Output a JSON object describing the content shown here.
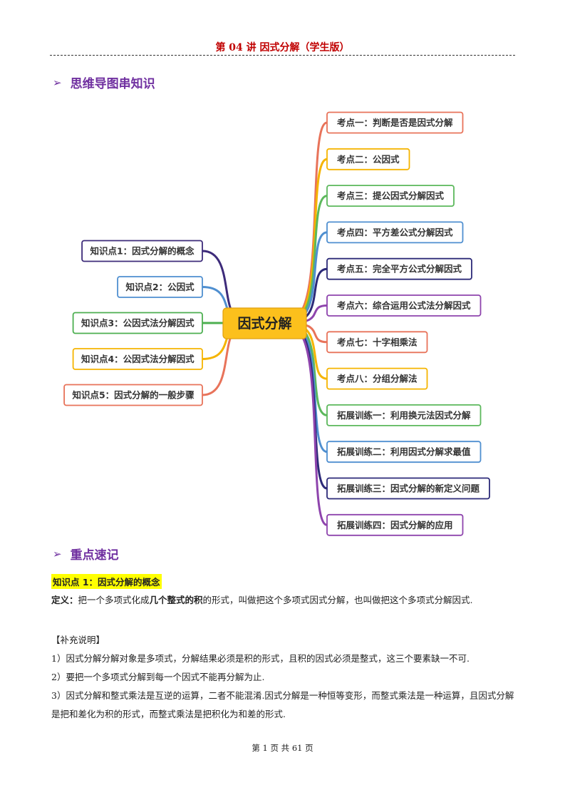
{
  "header": {
    "title": "第 04 讲  因式分解（学生版）"
  },
  "sections": {
    "mindmap_heading": "思维导图串知识",
    "key_points_heading": "重点速记",
    "arrow_glyph": "➢"
  },
  "mindmap": {
    "center": "因式分解",
    "left_nodes": [
      {
        "label": "知识点1：因式分解的概念",
        "color": "#3d2b7a"
      },
      {
        "label": "知识点2：公因式",
        "color": "#4f8fd0"
      },
      {
        "label": "知识点3：公因式法分解因式",
        "color": "#4caf50"
      },
      {
        "label": "知识点4：公因式法分解因式",
        "color": "#f5b400"
      },
      {
        "label": "知识点5：因式分解的一般步骤",
        "color": "#e8735a"
      }
    ],
    "right_nodes": [
      {
        "label": "考点一：判断是否是因式分解",
        "color": "#e8735a"
      },
      {
        "label": "考点二：公因式",
        "color": "#f5b400"
      },
      {
        "label": "考点三：提公因式分解因式",
        "color": "#5cb85c"
      },
      {
        "label": "考点四：平方差公式分解因式",
        "color": "#4f8fd0"
      },
      {
        "label": "考点五：完全平方公式分解因式",
        "color": "#2c2a78"
      },
      {
        "label": "考点六：综合运用公式法分解因式",
        "color": "#8e44ad"
      },
      {
        "label": "考点七：十字相乘法",
        "color": "#e8735a"
      },
      {
        "label": "考点八：分组分解法",
        "color": "#f5b400"
      },
      {
        "label": "拓展训练一：利用换元法因式分解",
        "color": "#5cb85c"
      },
      {
        "label": "拓展训练二：利用因式分解求最值",
        "color": "#4f8fd0"
      },
      {
        "label": "拓展训练三：因式分解的新定义问题",
        "color": "#2c2a78"
      },
      {
        "label": "拓展训练四：因式分解的应用",
        "color": "#8e44ad"
      }
    ]
  },
  "content": {
    "kp1_title": "知识点 1：因式分解的概念",
    "definition_label": "定义：",
    "definition_part1": "把一个多项式化成",
    "definition_bold": "几个整式的积",
    "definition_part2": "的形式，叫做把这个多项式因式分解，也叫做把这个多项式分解因式.",
    "supplement_label": "【补充说明】",
    "items": [
      "1）因式分解分解对象是多项式，分解结果必须是积的形式，且积的因式必须是整式，这三个要素缺一不可.",
      "2）要把一个多项式分解到每一个因式不能再分解为止.",
      "3）因式分解和整式乘法是互逆的运算，二者不能混淆.因式分解是一种恒等变形，而整式乘法是一种运算，且因式分解是把和差化为积的形式，而整式乘法是把积化为和差的形式."
    ]
  },
  "footer": {
    "text": "第 1 页 共 61 页"
  }
}
